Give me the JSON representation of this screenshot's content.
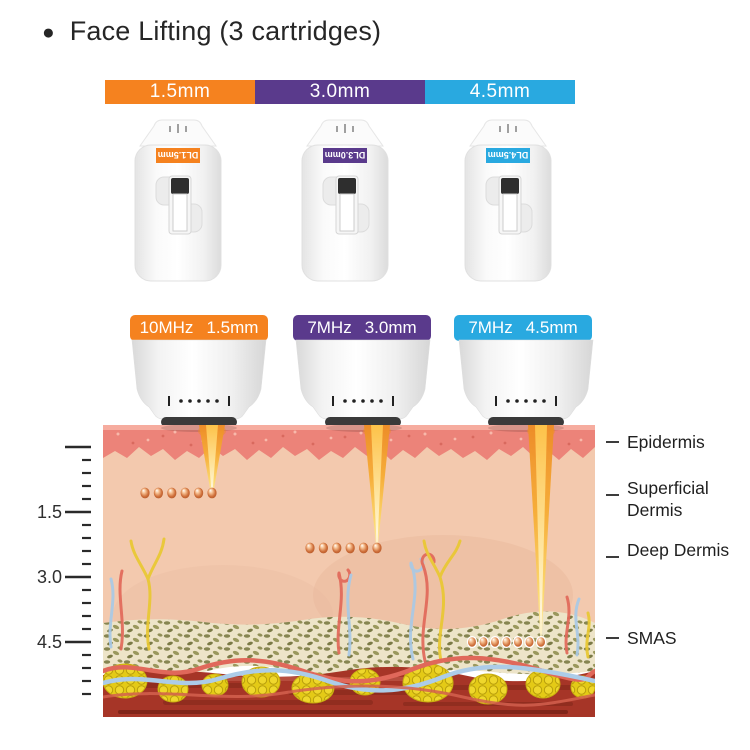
{
  "title": {
    "bullet": "●",
    "text": "Face Lifting (3 cartridges)"
  },
  "theme": {
    "orange": "#F5821F",
    "purple": "#5A3A8C",
    "blue": "#29A9E0",
    "text_dark": "#262626"
  },
  "depth_bar": {
    "segments": [
      {
        "label": "1.5mm",
        "color": "#F5821F"
      },
      {
        "label": "3.0mm",
        "color": "#5A3A8C"
      },
      {
        "label": "4.5mm",
        "color": "#29A9E0"
      }
    ]
  },
  "cartridges": [
    {
      "model": "DL1.5mm",
      "color": "#F5821F"
    },
    {
      "model": "DL3.0mm",
      "color": "#5A3A8C"
    },
    {
      "model": "DL4.5mm",
      "color": "#29A9E0"
    }
  ],
  "transducers": [
    {
      "frequency": "10MHz",
      "depth": "1.5mm",
      "color": "#F5821F"
    },
    {
      "frequency": "7MHz",
      "depth": "3.0mm",
      "color": "#5A3A8C"
    },
    {
      "frequency": "7MHz",
      "depth": "4.5mm",
      "color": "#29A9E0"
    }
  ],
  "ruler": {
    "tick_labels": [
      "1.5",
      "3.0",
      "4.5"
    ]
  },
  "skin_layers": [
    {
      "label": "Epidermis"
    },
    {
      "label": "Superficial Dermis"
    },
    {
      "label": "Deep Dermis"
    },
    {
      "label": "SMAS"
    }
  ],
  "focal_points": {
    "rows": [
      {
        "count": 6,
        "outlined": false
      },
      {
        "count": 6,
        "outlined": false
      },
      {
        "count": 7,
        "outlined": true
      }
    ]
  }
}
